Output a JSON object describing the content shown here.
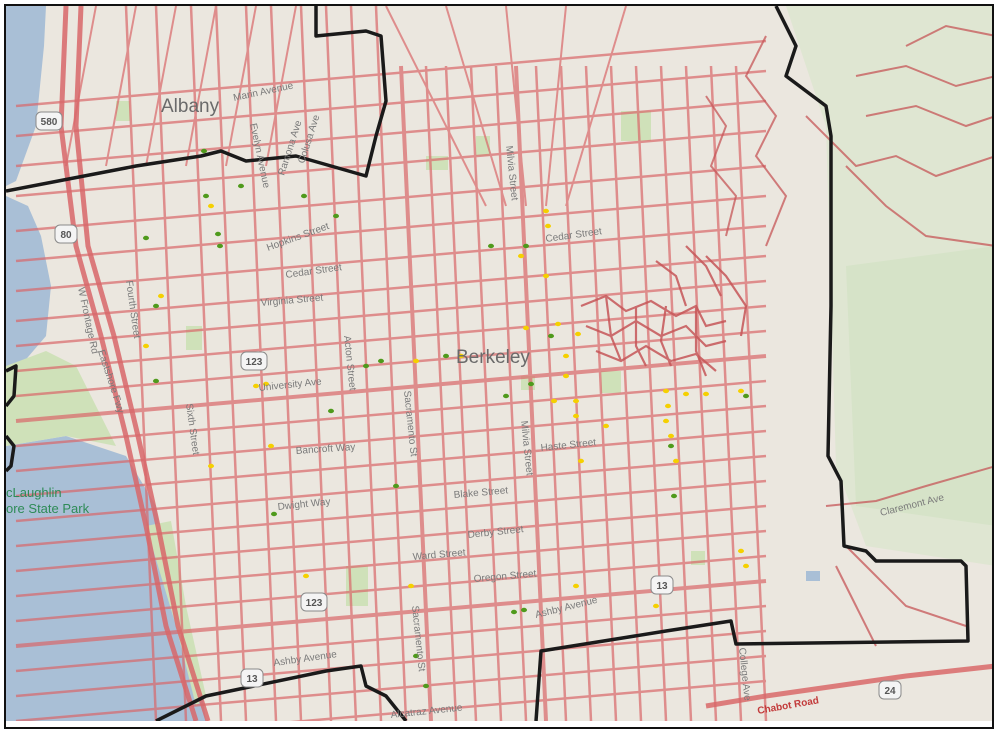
{
  "map": {
    "cities": {
      "main": "Berkeley",
      "north": "Albany"
    },
    "park_label": [
      "cLaughlin",
      "ore State Park"
    ],
    "highway_shields": [
      "580",
      "80",
      "123",
      "123",
      "13",
      "13",
      "24"
    ],
    "streets": {
      "marin": "Marin Avenue",
      "evelyn": "Evelyn Avenue",
      "ramona": "Ramona Ave",
      "colusa": "Colusa Ave",
      "hopkins": "Hopkins Street",
      "cedar_east": "Cedar Street",
      "cedar_west": "Cedar Street",
      "virginia": "Virginia Street",
      "fourth": "Fourth Street",
      "frontage": "W Frontage Rd",
      "eastshore": "Eastshore Fwy",
      "sixth": "Sixth Street",
      "university": "University Ave",
      "acton": "Acton Street",
      "sacramento": "Sacramento St",
      "sacramento_south": "Sacramento St",
      "milvia_north": "Milvia Street",
      "milvia_south": "Milvia Street",
      "bancroft": "Bancroft Way",
      "haste": "Haste Street",
      "blake": "Blake Street",
      "dwight": "Dwight Way",
      "derby": "Derby Street",
      "ward": "Ward Street",
      "oregon": "Oregon Street",
      "ashby_east": "Ashby Avenue",
      "ashby_west": "Ashby Avenue",
      "alcatraz": "Alcatraz Avenue",
      "claremont": "Claremont Ave",
      "chabot": "Chabot Road",
      "college": "College Ave"
    },
    "colors": {
      "land": "#ebe7df",
      "water": "#a9bfd6",
      "park": "#cfe1b9",
      "road": "#d9686a",
      "boundary": "#1a1a1a",
      "dot_green": "#4f9a1c",
      "dot_yellow": "#f5d000"
    }
  }
}
